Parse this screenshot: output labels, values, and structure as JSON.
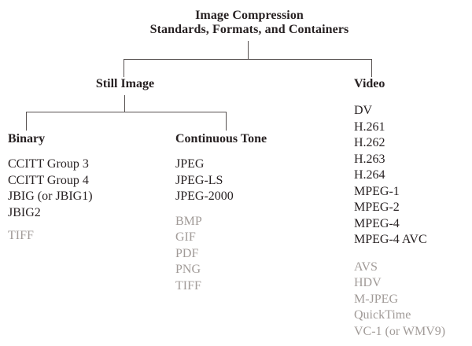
{
  "title": {
    "line1": "Image Compression",
    "line2": "Standards, Formats, and Containers"
  },
  "branches": {
    "still_image": {
      "label": "Still Image"
    },
    "video": {
      "label": "Video"
    }
  },
  "groups": {
    "binary": {
      "label": "Binary",
      "standards": [
        "CCITT Group 3",
        "CCITT Group 4",
        "JBIG (or JBIG1)",
        "JBIG2"
      ],
      "formats": [
        "TIFF"
      ]
    },
    "continuous_tone": {
      "label": "Continuous Tone",
      "standards": [
        "JPEG",
        "JPEG-LS",
        "JPEG-2000"
      ],
      "formats": [
        "BMP",
        "GIF",
        "PDF",
        "PNG",
        "TIFF"
      ]
    },
    "video": {
      "standards": [
        "DV",
        "H.261",
        "H.262",
        "H.263",
        "H.264",
        "MPEG-1",
        "MPEG-2",
        "MPEG-4",
        "MPEG-4 AVC"
      ],
      "formats": [
        "AVS",
        "HDV",
        "M-JPEG",
        "QuickTime",
        "VC-1 (or WMV9)"
      ]
    }
  },
  "colors": {
    "text_dark": "#272122",
    "text_gray": "#a19b98",
    "line": "#575150",
    "bg": "#ffffff"
  }
}
